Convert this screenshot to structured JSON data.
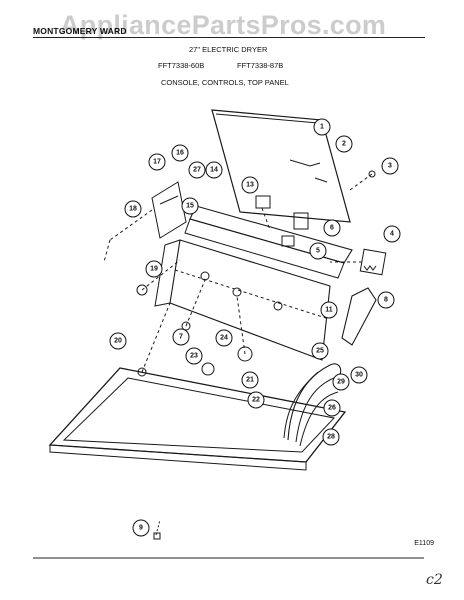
{
  "watermark": "AppliancePartsPros.com",
  "header": {
    "brand": "MONTGOMERY WARD",
    "title": "27\" ELECTRIC DRYER",
    "model_1": "FFT7338-60B",
    "model_2": "FFT7338-87B",
    "section": "CONSOLE, CONTROLS, TOP PANEL"
  },
  "diagram_code": "E1109",
  "handwriting": "c2",
  "callouts": [
    {
      "num": "1"
    },
    {
      "num": "2"
    },
    {
      "num": "3"
    },
    {
      "num": "4"
    },
    {
      "num": "5"
    },
    {
      "num": "6"
    },
    {
      "num": "7"
    },
    {
      "num": "8"
    },
    {
      "num": "9"
    },
    {
      "num": "11"
    },
    {
      "num": "13"
    },
    {
      "num": "14"
    },
    {
      "num": "15"
    },
    {
      "num": "16"
    },
    {
      "num": "17"
    },
    {
      "num": "18"
    },
    {
      "num": "19"
    },
    {
      "num": "20"
    },
    {
      "num": "21"
    },
    {
      "num": "22"
    },
    {
      "num": "23"
    },
    {
      "num": "24"
    },
    {
      "num": "25"
    },
    {
      "num": "26"
    },
    {
      "num": "27"
    },
    {
      "num": "28"
    },
    {
      "num": "29"
    },
    {
      "num": "30"
    }
  ]
}
